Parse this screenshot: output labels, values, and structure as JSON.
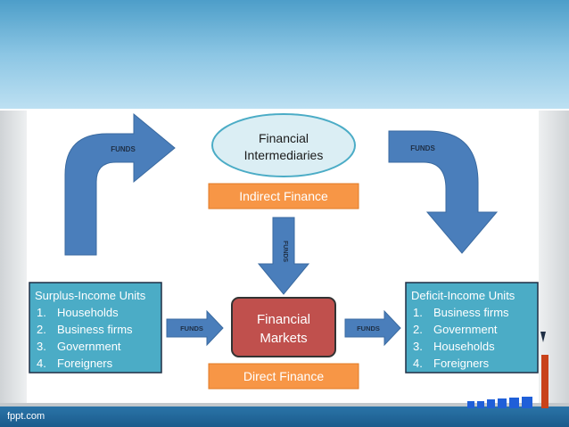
{
  "top_node": {
    "title_line1": "Financial",
    "title_line2": "Intermediaries",
    "label": "Indirect Finance"
  },
  "center_node": {
    "title_line1": "Financial",
    "title_line2": "Markets",
    "label": "Direct Finance"
  },
  "left_node": {
    "title": "Surplus-Income Units",
    "items": [
      "Households",
      "Business firms",
      "Government",
      "Foreigners"
    ]
  },
  "right_node": {
    "title": "Deficit-Income Units",
    "items": [
      "Business firms",
      "Government",
      "Households",
      "Foreigners"
    ]
  },
  "arrows": {
    "left_up_label": "FUNDS",
    "right_down_label": "FUNDS",
    "vertical_label": "FUNDS",
    "left_horizontal_label": "FUNDS",
    "right_horizontal_label": "FUNDS"
  },
  "footer": {
    "text": "fppt.com"
  },
  "colors": {
    "header_top": "#4d9ec9",
    "arrow_fill": "#4a7ebb",
    "unit_box_fill": "#4bacc6",
    "market_box_fill": "#c0504d",
    "label_fill": "#f79646",
    "intermediary_fill": "#dbeef4"
  }
}
